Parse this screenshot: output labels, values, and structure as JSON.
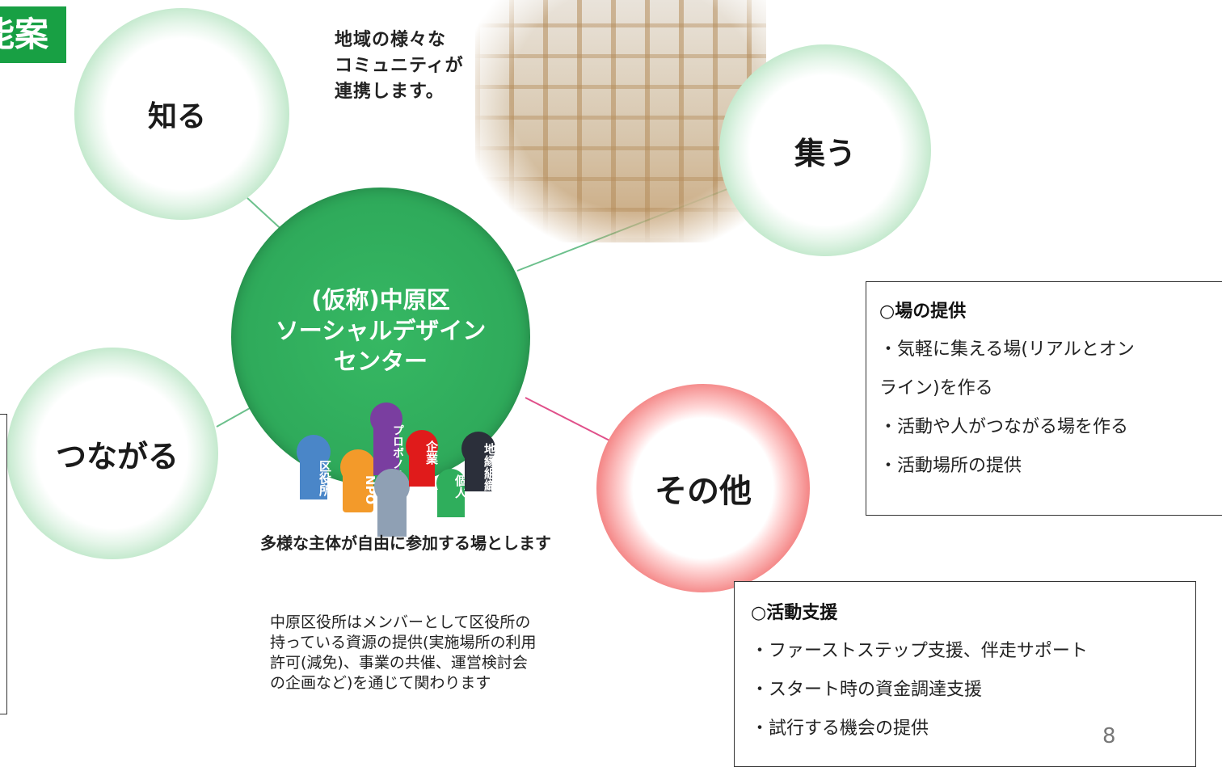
{
  "title_fragment": "能案",
  "photo_caption": [
    "地域の様々な",
    "コミュニティが",
    "連携します。"
  ],
  "rings": {
    "shiru": "知る",
    "tsudou": "集う",
    "tsunagaru": "つながる",
    "sonota": "その他"
  },
  "center": {
    "line1": "(仮称)中原区",
    "line2": "ソーシャルデザイン",
    "line3": "センター"
  },
  "participants": [
    {
      "label": "区役所",
      "color": "#4a86c8"
    },
    {
      "label": "NPO",
      "color": "#f39a2a"
    },
    {
      "label": "プロボノサークル",
      "color": "#7a3ea0"
    },
    {
      "label": "企業",
      "color": "#e01b1b"
    },
    {
      "label": "個人",
      "color": "#2fae5c"
    },
    {
      "label": "地縁組織",
      "color": "#2b2f3a"
    }
  ],
  "participants_caption": "多様な主体が自由に参加する場とします",
  "ward_note": "中原区役所はメンバーとして区役所の持っている資源の提供(実施場所の利用許可(減免)、事業の共催、運営検討会の企画など)を通じて関わります",
  "place_box": {
    "title": "○場の提供",
    "items": [
      "・気軽に集える場(リアルとオン",
      "ライン)を作る",
      "・活動や人がつながる場を作る",
      "・活動場所の提供"
    ]
  },
  "support_box": {
    "title": "○活動支援",
    "items": [
      "・ファーストステップ支援、伴走サポート",
      "・スタート時の資金調達支援",
      "・試行する機会の提供"
    ]
  },
  "page_number": "8",
  "colors": {
    "green": "#2ea95a",
    "red": "#e03030",
    "tag_green": "#18a044"
  }
}
